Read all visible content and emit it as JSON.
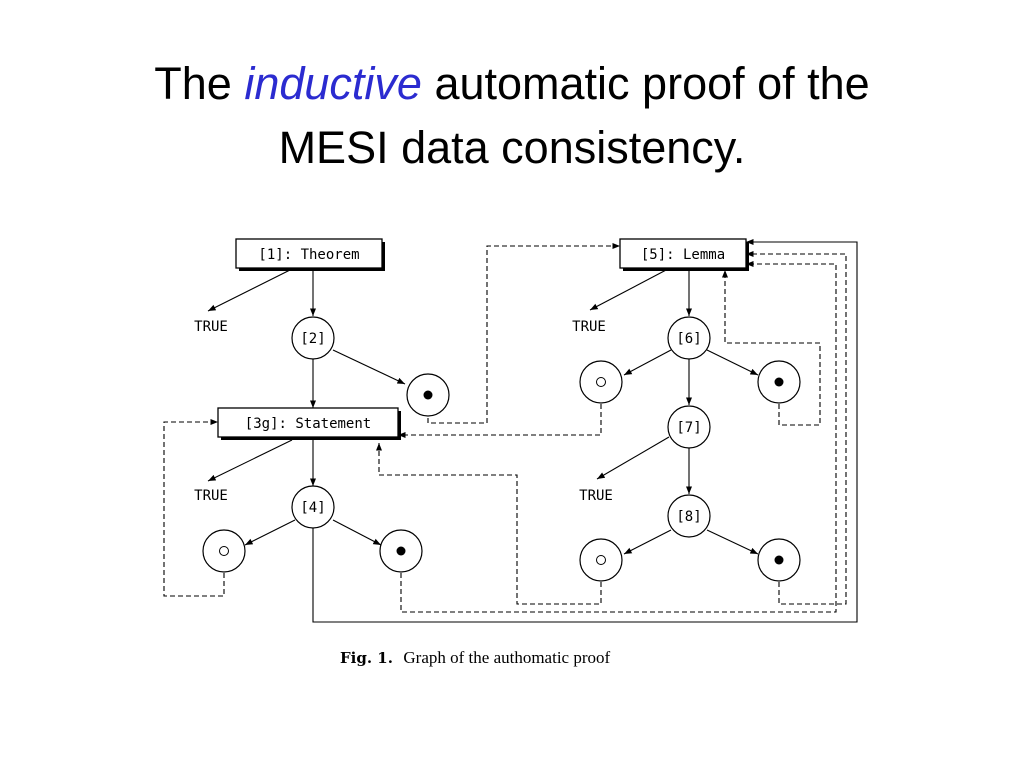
{
  "title": {
    "prefix": "The",
    "emphasis": "inductive",
    "suffix": "automatic proof of the",
    "line2": "MESI data consistency.",
    "emphasis_color": "#2b2bd0"
  },
  "diagram": {
    "box_theorem": "[1]: Theorem",
    "box_statement": "[3g]: Statement",
    "box_lemma": "[5]: Lemma",
    "node_2": "[2]",
    "node_4": "[4]",
    "node_6": "[6]",
    "node_7": "[7]",
    "node_8": "[8]",
    "true_label": "TRUE",
    "filled_marker": "●",
    "open_marker": "○"
  },
  "caption": {
    "fig_label": "Fig. 1.",
    "text": "Graph of the authomatic proof"
  }
}
